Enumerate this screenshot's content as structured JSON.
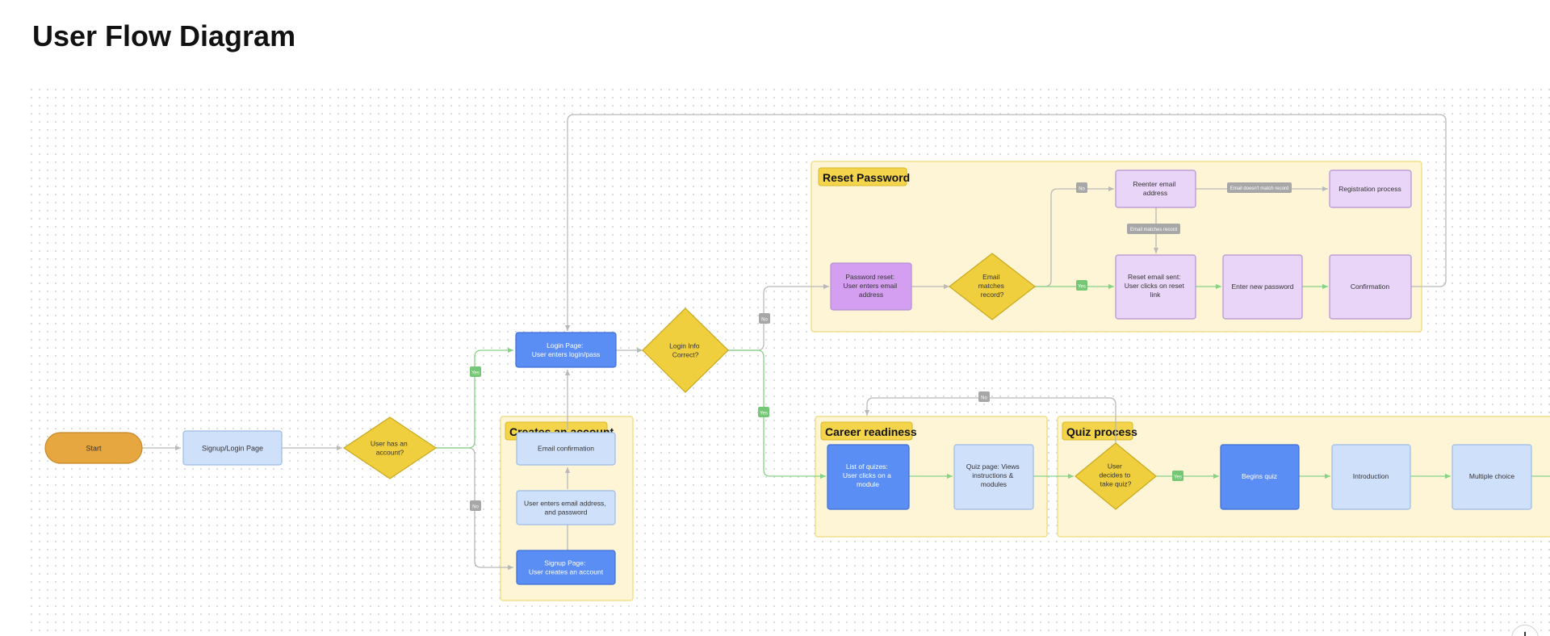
{
  "page": {
    "title": "User Flow Diagram"
  },
  "colors": {
    "start": "#e6a640",
    "start_border": "#c78a2a",
    "decision": "#f0cf3e",
    "decision_border": "#c9a81c",
    "blue_dark": "#5b8ef5",
    "blue_dark_border": "#3f6fd6",
    "blue_light": "#cfe0fb",
    "blue_light_border": "#9dbbe6",
    "purple_dark": "#d49ff0",
    "purple_light": "#e8d5f8",
    "purple_border": "#b590d2",
    "group_fill": "#fdf5d6",
    "group_border": "#f1df8c",
    "group_label_fill": "#f3d44a",
    "line_gray": "#b9b9b9",
    "line_green": "#86d386",
    "tag_gray": "#a7a7a7",
    "tag_green": "#74c774"
  },
  "groups": {
    "reset": {
      "label": "Reset Password"
    },
    "account": {
      "label": "Creates an account"
    },
    "career": {
      "label": "Career readiness"
    },
    "quiz": {
      "label": "Quiz process"
    }
  },
  "nodes": {
    "start": [
      "Start"
    ],
    "signup_login": [
      "Signup/Login Page"
    ],
    "has_account": [
      "User has an",
      "account?"
    ],
    "login_page": [
      "Login Page:",
      "User enters login/pass"
    ],
    "login_correct": [
      "Login Info",
      "Correct?"
    ],
    "email_confirm": [
      "Email confirmation"
    ],
    "enter_email_pw": [
      "User enters email address,",
      "and password"
    ],
    "signup_page": [
      "Signup Page:",
      "User creates an account"
    ],
    "pw_reset": [
      "Password reset:",
      "User enters email",
      "address"
    ],
    "email_matches": [
      "Email",
      "matches",
      "record?"
    ],
    "reenter_email": [
      "Reenter email",
      "address"
    ],
    "registration": [
      "Registration process"
    ],
    "reset_sent": [
      "Reset email sent:",
      "User clicks on reset",
      "link"
    ],
    "new_password": [
      "Enter new password"
    ],
    "confirmation": [
      "Confirmation"
    ],
    "quiz_list": [
      "List of quizes:",
      "User clicks on a",
      "module"
    ],
    "quiz_page": [
      "Quiz page: Views",
      "instructions &",
      "modules"
    ],
    "decides_quiz": [
      "User",
      "decides to",
      "take quiz?"
    ],
    "begins_quiz": [
      "Begins quiz"
    ],
    "introduction": [
      "Introduction"
    ],
    "multiple_choice": [
      "Multiple choice"
    ]
  },
  "tags": {
    "yes": "Yes",
    "no": "No",
    "email_no_match": "Email doesn't match record",
    "email_match": "Email matches record"
  },
  "controls": {
    "zoom_label": "+"
  }
}
